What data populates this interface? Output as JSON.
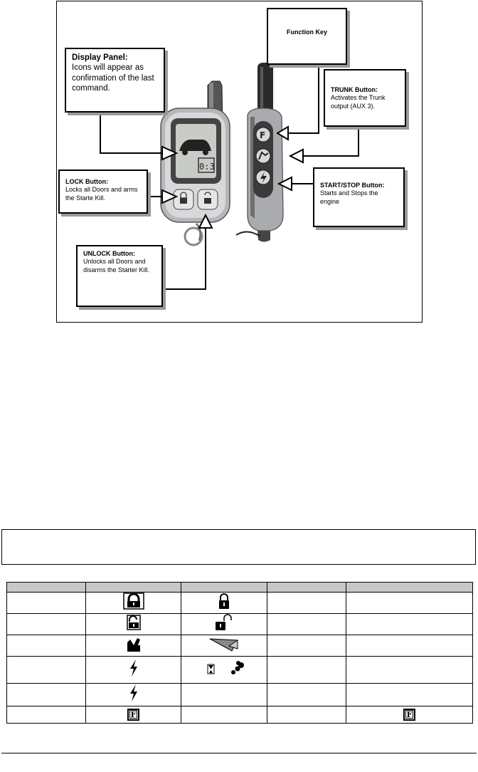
{
  "callouts": {
    "display": {
      "title": "Display Panel:",
      "body": "Icons will appear as confirmation of the last command."
    },
    "function_key": {
      "title": "Function Key"
    },
    "trunk": {
      "title": "TRUNK Button:",
      "body": "Activates the Trunk output (AUX 3)."
    },
    "lock": {
      "title": "LOCK Button:",
      "body": "Locks all Doors and arms the Starte Kill."
    },
    "start_stop": {
      "title": "START/STOP Button:",
      "body": "Starts and Stops the engine"
    },
    "unlock": {
      "title": "UNLOCK Button:",
      "body": "Unlocks all Doors and disarms the Starter Kill."
    }
  },
  "colors": {
    "header_fill": "#c8c8c8",
    "remote_body": "#a9abae",
    "remote_dark": "#2a2a2a"
  },
  "table": {
    "rows": [
      {
        "icon_a": "lock-closed-icon",
        "icon_b": "padlock-closed-icon"
      },
      {
        "icon_a": "lock-open-icon",
        "icon_b": "padlock-open-icon"
      },
      {
        "icon_a": "trunk-icon",
        "icon_b": "trunk-open-icon"
      },
      {
        "icon_a": "lightning-icon",
        "icon_b": "hourglass-smoke-icon"
      },
      {
        "icon_a": "lightning-icon",
        "icon_b": ""
      },
      {
        "icon_a": "function-f-icon",
        "icon_b": "",
        "icon_e": "function-f-icon"
      }
    ],
    "f_letter": "F"
  }
}
